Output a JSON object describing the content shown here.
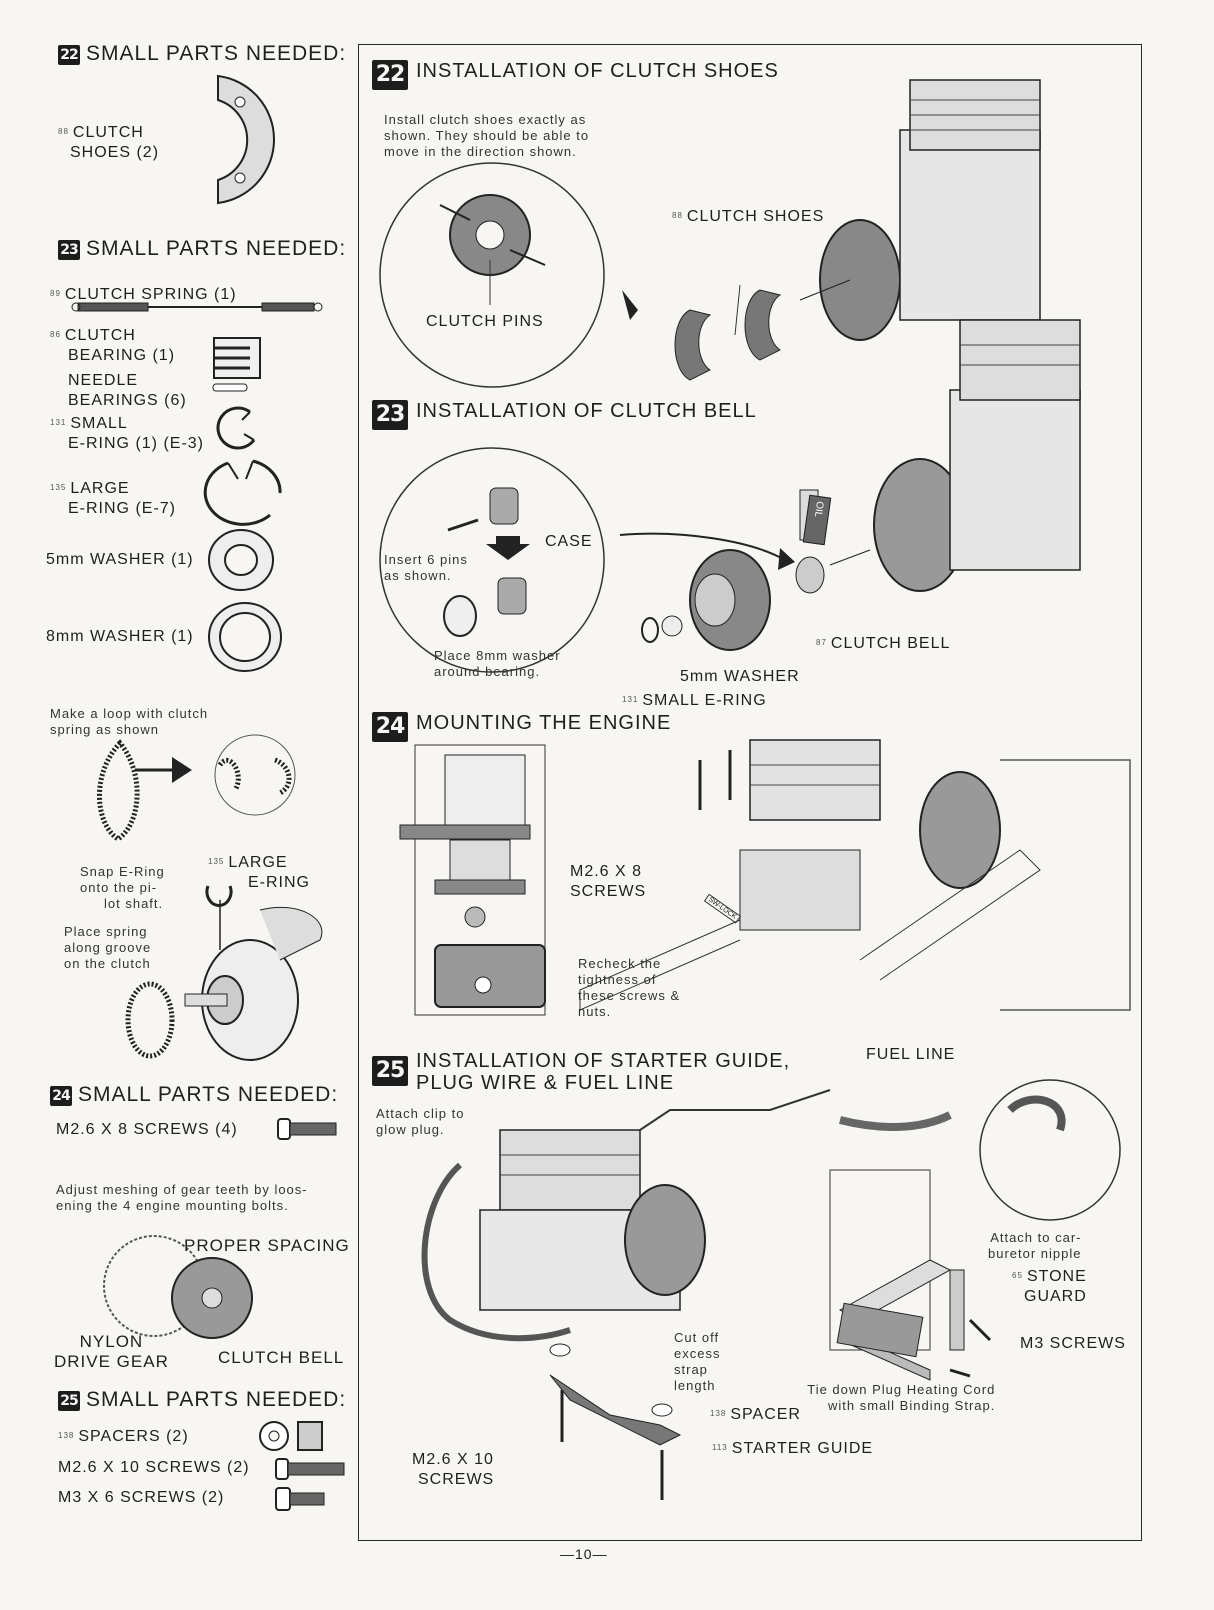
{
  "left": {
    "sp22": {
      "num": "22",
      "title": "SMALL PARTS NEEDED:",
      "item_ref": "88",
      "item_line1": "CLUTCH",
      "item_line2": "SHOES (2)"
    },
    "sp23": {
      "num": "23",
      "title": "SMALL PARTS NEEDED:",
      "spring_ref": "89",
      "spring": "CLUTCH SPRING (1)",
      "bearing_ref": "86",
      "bearing_line1": "CLUTCH",
      "bearing_line2": "BEARING (1)",
      "needle_line1": "NEEDLE",
      "needle_line2": "BEARINGS (6)",
      "small_ering_ref": "131",
      "small_ering_line1": "SMALL",
      "small_ering_line2": "E-RING (1) (E-3)",
      "large_ering_ref": "135",
      "large_ering_line1": "LARGE",
      "large_ering_line2": "E-RING (E-7)",
      "washer5": "5mm WASHER (1)",
      "washer8": "8mm WASHER (1)"
    },
    "loop": {
      "note_line1": "Make a loop with clutch",
      "note_line2": "spring as shown",
      "snap_line1": "Snap E-Ring",
      "snap_line2": "onto the pi-",
      "snap_line3": "lot shaft.",
      "large_ref": "135",
      "large_line1": "LARGE",
      "large_line2": "E-RING",
      "place_line1": "Place spring",
      "place_line2": "along groove",
      "place_line3": "on the clutch"
    },
    "sp24": {
      "num": "24",
      "title": "SMALL PARTS NEEDED:",
      "item": "M2.6 X 8 SCREWS (4)",
      "adjust_line1": "Adjust meshing of gear teeth by loos-",
      "adjust_line2": "ening the 4 engine mounting bolts.",
      "proper": "PROPER SPACING",
      "nylon_line1": "NYLON",
      "nylon_line2": "DRIVE GEAR",
      "clutch_bell": "CLUTCH BELL"
    },
    "sp25": {
      "num": "25",
      "title": "SMALL PARTS NEEDED:",
      "spacers_ref": "138",
      "spacers": "SPACERS (2)",
      "screws10": "M2.6 X 10 SCREWS (2)",
      "screws6": "M3 X 6 SCREWS (2)"
    }
  },
  "right": {
    "s22": {
      "num": "22",
      "title": "INSTALLATION OF CLUTCH SHOES",
      "note_line1": "Install clutch shoes exactly as",
      "note_line2": "shown. They should be able to",
      "note_line3": "move in the direction shown.",
      "shoes_ref": "88",
      "shoes": "CLUTCH SHOES",
      "pins": "CLUTCH PINS"
    },
    "s23": {
      "num": "23",
      "title": "INSTALLATION OF CLUTCH BELL",
      "case": "CASE",
      "insert_line1": "Insert 6 pins",
      "insert_line2": "as shown.",
      "place_line1": "Place 8mm washer",
      "place_line2": "around bearing.",
      "oil": "OIL",
      "bell_ref": "87",
      "bell": "CLUTCH BELL",
      "washer": "5mm WASHER",
      "ering_ref": "131",
      "ering": "SMALL E-RING"
    },
    "s24": {
      "num": "24",
      "title": "MOUNTING THE ENGINE",
      "screws_line1": "M2.6 X 8",
      "screws_line2": "SCREWS",
      "recheck_line1": "Recheck the",
      "recheck_line2": "tightness of",
      "recheck_line3": "these screws &",
      "recheck_line4": "nuts.",
      "sw_lock": "SW-LOCK"
    },
    "s25": {
      "num": "25",
      "title_line1": "INSTALLATION OF STARTER GUIDE,",
      "title_line2": "PLUG WIRE & FUEL LINE",
      "fuel_line": "FUEL LINE",
      "attach_line1": "Attach clip to",
      "attach_line2": "glow plug.",
      "carb_line1": "Attach to car-",
      "carb_line2": "buretor nipple",
      "stone_ref": "65",
      "stone_line1": "STONE",
      "stone_line2": "GUARD",
      "m3": "M3 SCREWS",
      "cut_line1": "Cut off",
      "cut_line2": "excess",
      "cut_line3": "strap",
      "cut_line4": "length",
      "tie_line1": "Tie down Plug Heating Cord",
      "tie_line2": "with small Binding Strap.",
      "spacer_ref": "138",
      "spacer": "SPACER",
      "starter_ref": "113",
      "starter": "STARTER GUIDE",
      "screws_line1": "M2.6 X 10",
      "screws_line2": "SCREWS"
    }
  },
  "page_number": "—10—"
}
